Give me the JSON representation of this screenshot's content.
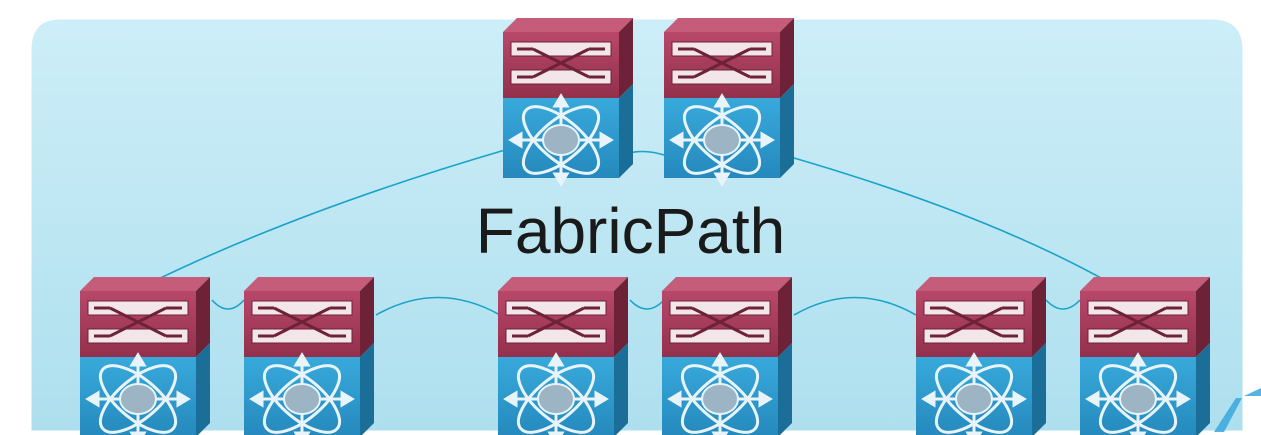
{
  "diagram": {
    "fabric_label": "FabricPath",
    "colors": {
      "cloud_fill": "#bfe6f2",
      "cloud_stroke": "#ffffff",
      "link": "#1aa3c9",
      "switch_top": "#a33a55",
      "switch_top_face": "#8e2f48",
      "switch_bottom": "#2f9fd3",
      "switch_bottom_dark": "#1f7fad",
      "hub": "#9db4c4"
    },
    "spine_switches": [
      {
        "id": "spine-1",
        "icon": "layer3-switch-icon"
      },
      {
        "id": "spine-2",
        "icon": "layer3-switch-icon"
      }
    ],
    "leaf_switches": [
      {
        "id": "leaf-1",
        "icon": "layer3-switch-icon"
      },
      {
        "id": "leaf-2",
        "icon": "layer3-switch-icon"
      },
      {
        "id": "leaf-3",
        "icon": "layer3-switch-icon"
      },
      {
        "id": "leaf-4",
        "icon": "layer3-switch-icon"
      },
      {
        "id": "leaf-5",
        "icon": "layer3-switch-icon"
      },
      {
        "id": "leaf-6",
        "icon": "layer3-switch-icon"
      }
    ]
  }
}
